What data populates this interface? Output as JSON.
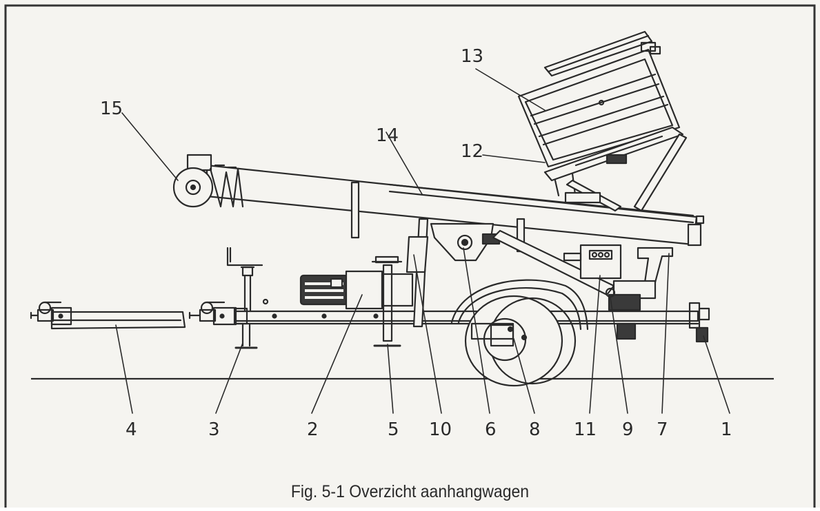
{
  "figure": {
    "caption": "Fig. 5-1 Overzicht aanhangwagen",
    "callouts": [
      {
        "id": "c1",
        "label": "1"
      },
      {
        "id": "c2",
        "label": "2"
      },
      {
        "id": "c3",
        "label": "3"
      },
      {
        "id": "c4",
        "label": "4"
      },
      {
        "id": "c5",
        "label": "5"
      },
      {
        "id": "c6",
        "label": "6"
      },
      {
        "id": "c7",
        "label": "7"
      },
      {
        "id": "c8",
        "label": "8"
      },
      {
        "id": "c9",
        "label": "9"
      },
      {
        "id": "c10",
        "label": "10"
      },
      {
        "id": "c11",
        "label": "11"
      },
      {
        "id": "c12",
        "label": "12"
      },
      {
        "id": "c13",
        "label": "13"
      },
      {
        "id": "c14",
        "label": "14"
      },
      {
        "id": "c15",
        "label": "15"
      }
    ],
    "colors": {
      "line": "#2a2a2a",
      "background": "#f5f4f0",
      "fill_dark": "#3a3a3a",
      "fill_light": "#e8e7e2"
    }
  }
}
